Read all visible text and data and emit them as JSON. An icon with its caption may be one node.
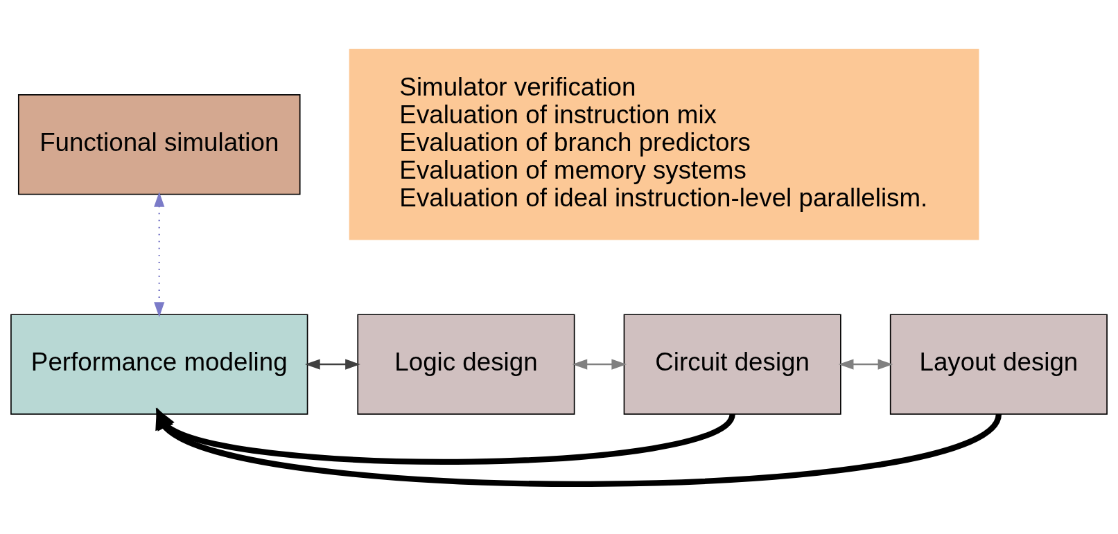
{
  "diagram": {
    "nodes": [
      {
        "text": [
          "Functional simulation"
        ]
      },
      {
        "text": [
          "Performance modeling"
        ]
      },
      {
        "text": [
          "Logic design"
        ]
      },
      {
        "text": [
          "Circuit design"
        ]
      },
      {
        "text": [
          "Layout design"
        ]
      },
      {
        "text": [
          "Simulator verification",
          "Evaluation of instruction mix",
          "Evaluation of branch predictors",
          "Evaluation of memory systems",
          "Evaluation of ideal instruction-level parallelism."
        ]
      }
    ],
    "edges": [
      {
        "from": 0,
        "to": 1,
        "arrow": "both",
        "style": "dashed",
        "color": "#7b7bc8"
      },
      {
        "from": 1,
        "to": 2,
        "arrow": "both",
        "color": "#404040"
      },
      {
        "from": 2,
        "to": 3,
        "arrow": "both",
        "color": "#808080"
      },
      {
        "from": 3,
        "to": 4,
        "arrow": "both",
        "color": "#808080"
      },
      {
        "from": 3,
        "to": 1,
        "arrow": "to",
        "style": "thick",
        "color": "#000000"
      },
      {
        "from": 4,
        "to": 1,
        "arrow": "to",
        "style": "thick",
        "color": "#000000"
      }
    ]
  }
}
